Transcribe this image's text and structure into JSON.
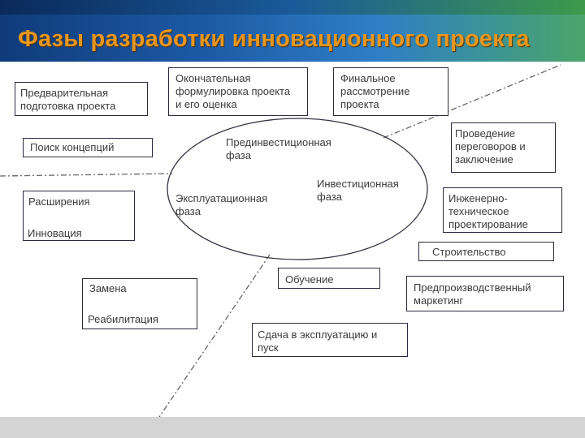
{
  "title": "Фазы разработки инновационного проекта",
  "boxes": {
    "prelim": "Предварительная\nподготовка  проекта",
    "final_form": "Окончательная\nформулировка проекта\nи его оценка",
    "final_review": "Финальное\nрассмотрение\nпроекта",
    "concept": "Поиск концепций",
    "expansion": "Расширения",
    "negotiation": "Проведение\nпереговоров и\nзаключение",
    "engineering": "Инженерно-\nтехническое\nпроектирование",
    "construction": "Строительство",
    "training": "Обучение",
    "replacement": "Замена",
    "marketing": "Предпроизводственный\nмаркетинг",
    "commissioning": "Сдача в эксплуатацию и\nпуск"
  },
  "labels": {
    "innovation": "Инновация",
    "rehabilitation": "Реабилитация",
    "preinvest": "Прединвестиционная\nфаза",
    "invest": "Инвестиционная\nфаза",
    "operational": "Эксплуатационная\nфаза"
  },
  "colors": {
    "title": "#e8961e",
    "box_border": "#2a2a40",
    "text": "#3a3a3a",
    "lines": "#666666"
  }
}
